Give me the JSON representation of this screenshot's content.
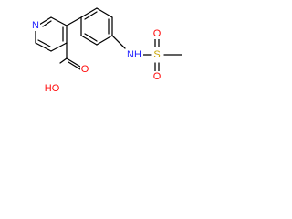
{
  "molecule": {
    "atoms": {
      "pyridine_n": {
        "symbol": "N",
        "color": "#2222ff"
      },
      "carboxyl_o": {
        "symbol": "O",
        "color": "#ff0d0d"
      },
      "hydroxyl": {
        "symbol": "HO",
        "color": "#ff0d0d"
      },
      "amine_nh": {
        "symbol": "NH",
        "color": "#2222ff"
      },
      "sulfur": {
        "symbol": "S",
        "color": "#c9a400"
      },
      "sulfonyl_o_top": {
        "symbol": "O",
        "color": "#ff0d0d"
      },
      "sulfonyl_o_bottom": {
        "symbol": "O",
        "color": "#ff0d0d"
      }
    },
    "bond_color": "#000000"
  }
}
